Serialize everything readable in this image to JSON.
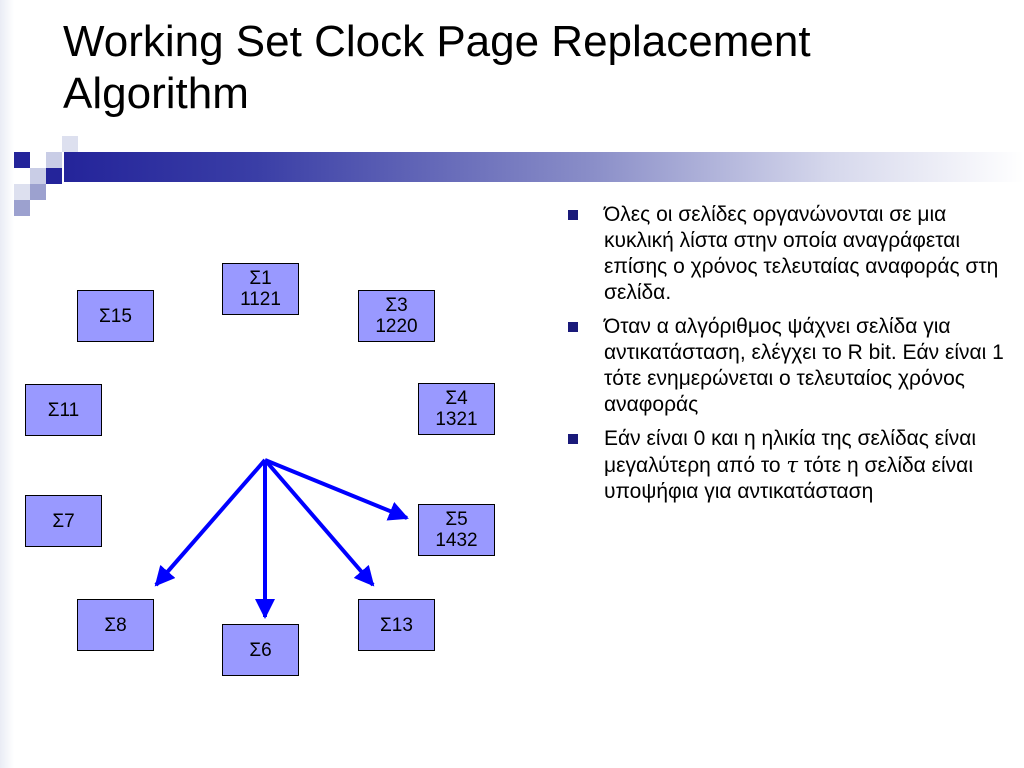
{
  "slide": {
    "title": "Working Set Clock Page Replacement Algorithm",
    "accent_color": "#24249a",
    "box_fill": "#9999ff"
  },
  "pages": [
    {
      "id": "s1",
      "name": "Σ1",
      "time": "1121"
    },
    {
      "id": "s3",
      "name": "Σ3",
      "time": "1220"
    },
    {
      "id": "s4",
      "name": "Σ4",
      "time": "1321"
    },
    {
      "id": "s5",
      "name": "Σ5",
      "time": "1432"
    },
    {
      "id": "s13",
      "name": "Σ13",
      "time": ""
    },
    {
      "id": "s6",
      "name": "Σ6",
      "time": ""
    },
    {
      "id": "s8",
      "name": "Σ8",
      "time": ""
    },
    {
      "id": "s7",
      "name": "Σ7",
      "time": ""
    },
    {
      "id": "s11",
      "name": "Σ11",
      "time": ""
    },
    {
      "id": "s15",
      "name": "Σ15",
      "time": ""
    }
  ],
  "bullets": [
    {
      "text": "Όλες οι σελίδες οργανώνονται σε μια κυκλική λίστα στην οποία αναγράφεται επίσης ο χρόνος τελευταίας αναφοράς στη σελίδα."
    },
    {
      "text": "Όταν α αλγόριθμος ψάχνει σελίδα για αντικατάσταση, ελέγχει το R bit.  Εάν είναι 1 τότε ενημερώνεται ο τελευταίος χρόνος αναφοράς"
    },
    {
      "text_before": "Εάν είναι 0 και η ηλικία της σελίδας είναι μεγαλύτερη από το ",
      "symbol": "τ",
      "text_after": " τότε η σελίδα είναι υποψήφια για αντικατάσταση"
    }
  ]
}
